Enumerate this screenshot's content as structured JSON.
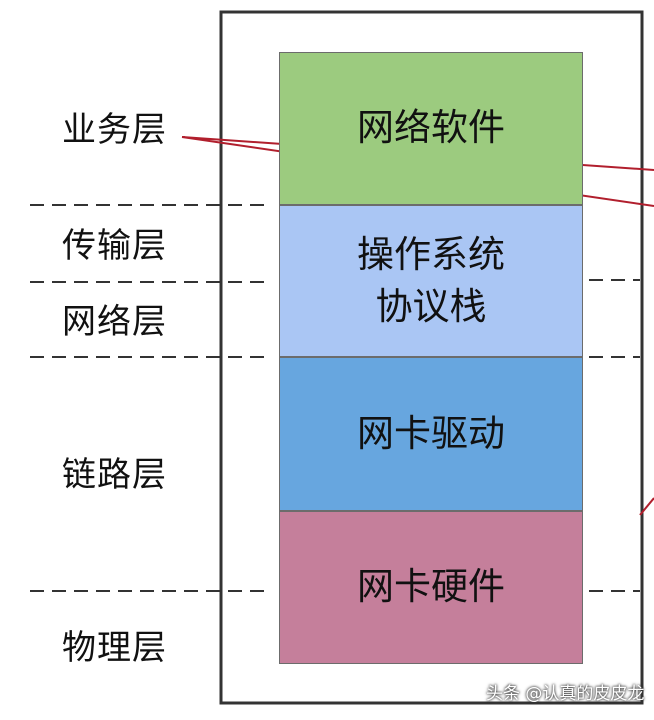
{
  "layer_labels": {
    "business": "业务层",
    "transport": "传输层",
    "network": "网络层",
    "link": "链路层",
    "physical": "物理层"
  },
  "blocks": {
    "network_software": "网络软件",
    "os_stack_line1": "操作系统",
    "os_stack_line2": "协议栈",
    "nic_driver": "网卡驱动",
    "nic_hardware": "网卡硬件"
  },
  "colors": {
    "network_software": "#9ccb7f",
    "os_stack": "#aac6f4",
    "nic_driver": "#67a6df",
    "nic_hardware": "#c57f9b",
    "callout_line": "#b11f2d",
    "frame": "#333333",
    "dashed": "#333333"
  },
  "watermark": "头条 @认真的皮皮龙"
}
